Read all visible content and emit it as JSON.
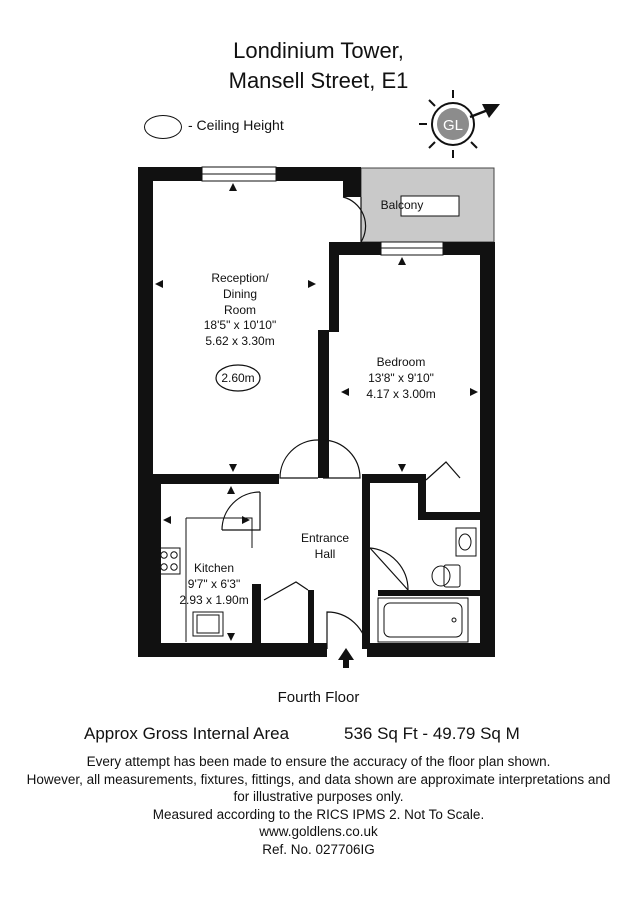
{
  "header": {
    "title_line1": "Londinium Tower,",
    "title_line2": "Mansell Street, E1"
  },
  "legend": {
    "label": "- Ceiling Height"
  },
  "compass": {
    "logo_text": "GL"
  },
  "rooms": {
    "balcony": "Balcony",
    "reception": {
      "name_line1": "Reception/",
      "name_line2": "Dining",
      "name_line3": "Room",
      "imperial": "18'5\" x 10'10\"",
      "metric": "5.62 x 3.30m",
      "ceiling_height": "2.60m"
    },
    "bedroom": {
      "name": "Bedroom",
      "imperial": "13'8\" x 9'10\"",
      "metric": "4.17 x 3.00m"
    },
    "kitchen": {
      "name": "Kitchen",
      "imperial": "9'7\" x 6'3\"",
      "metric": "2.93 x 1.90m"
    },
    "hall": {
      "name_line1": "Entrance",
      "name_line2": "Hall"
    }
  },
  "footer": {
    "floor": "Fourth Floor",
    "area_label": "Approx Gross Internal Area",
    "area_value": "536 Sq Ft  - 49.79 Sq M",
    "disclaimer": [
      "Every attempt has been made to ensure the accuracy of the floor plan shown.",
      "However, all measurements, fixtures, fittings, and data shown are approximate interpretations and",
      "for illustrative purposes only.",
      "Measured according to the RICS IPMS 2. Not To Scale.",
      "www.goldlens.co.uk",
      "Ref. No. 027706IG"
    ]
  }
}
